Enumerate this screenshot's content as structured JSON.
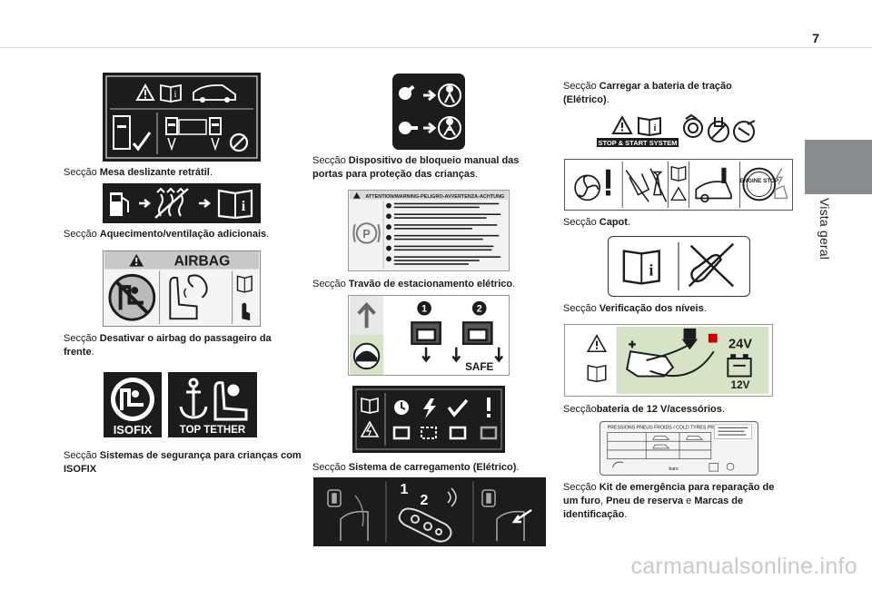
{
  "page": {
    "number": "7",
    "side_tab": "Vista geral"
  },
  "captions": {
    "mesa": {
      "prefix": "Secção",
      "bold": "Mesa deslizante retrátil",
      "suffix": "."
    },
    "aquecimento": {
      "prefix": "Secção",
      "bold": "Aquecimento/ventilação adicionais",
      "suffix": "."
    },
    "airbag": {
      "prefix": "Secção",
      "bold": "Desativar o airbag do passageiro da frente",
      "suffix": "."
    },
    "isofix": {
      "prefix": "Secção",
      "bold": "Sistemas de segurança para crianças com ISOFIX",
      "suffix": ""
    },
    "bloqueio": {
      "prefix": "Secção",
      "bold": "Dispositivo de bloqueio manual das portas para proteção das crianças",
      "suffix": "."
    },
    "travao": {
      "prefix": "Secção",
      "bold": "Travão de estacionamento elétrico",
      "suffix": "."
    },
    "carregamento": {
      "prefix": "Secção",
      "bold": "Sistema de carregamento (Elétrico)",
      "suffix": "."
    },
    "bateria_tracao": {
      "prefix": "Secção",
      "bold": "Carregar a bateria de tração (Elétrico)",
      "suffix": "."
    },
    "capot": {
      "prefix": "Secção",
      "bold": "Capot",
      "suffix": "."
    },
    "niveis": {
      "prefix": "Secção",
      "bold": "Verificação dos níveis",
      "suffix": "."
    },
    "bateria12": {
      "prefix": "Secção",
      "bold": "bateria de 12 V/acessórios",
      "suffix": "."
    },
    "kit": {
      "prefix": "Secção",
      "bold": "Kit de emergência para reparação de um furo",
      "mid1": ", ",
      "bold2": "Pneu de reserva",
      "mid2": " e ",
      "bold3": "Marcas de identificação",
      "suffix": "."
    }
  },
  "labels": {
    "airbag": "AIRBAG",
    "isofix": "ISOFIX",
    "top_tether": "TOP TETHER",
    "safe": "SAFE",
    "step1": "1",
    "step2": "2",
    "key1": "1",
    "key2": "2",
    "parking_letter": "P",
    "warning_header": "ATTENTION/WARNING-PELIGRO-AVVERTENZA-ACHTUNG",
    "stop_start": "STOP & START SYSTEM",
    "engine_stop": "ENGINE STOP",
    "v24": "24V",
    "v12": "12V",
    "tyre_header": "PRESSIONS PNEUS FROIDS / COLD TYRES PRESSURES",
    "tyre_unit": "bars",
    "info_i": "i"
  },
  "watermark": "carmanualsonline.info",
  "colors": {
    "panel_dark": "#1b1c1e",
    "tab_grey": "#8a8d90",
    "green_bg": "#d7e3c6"
  }
}
